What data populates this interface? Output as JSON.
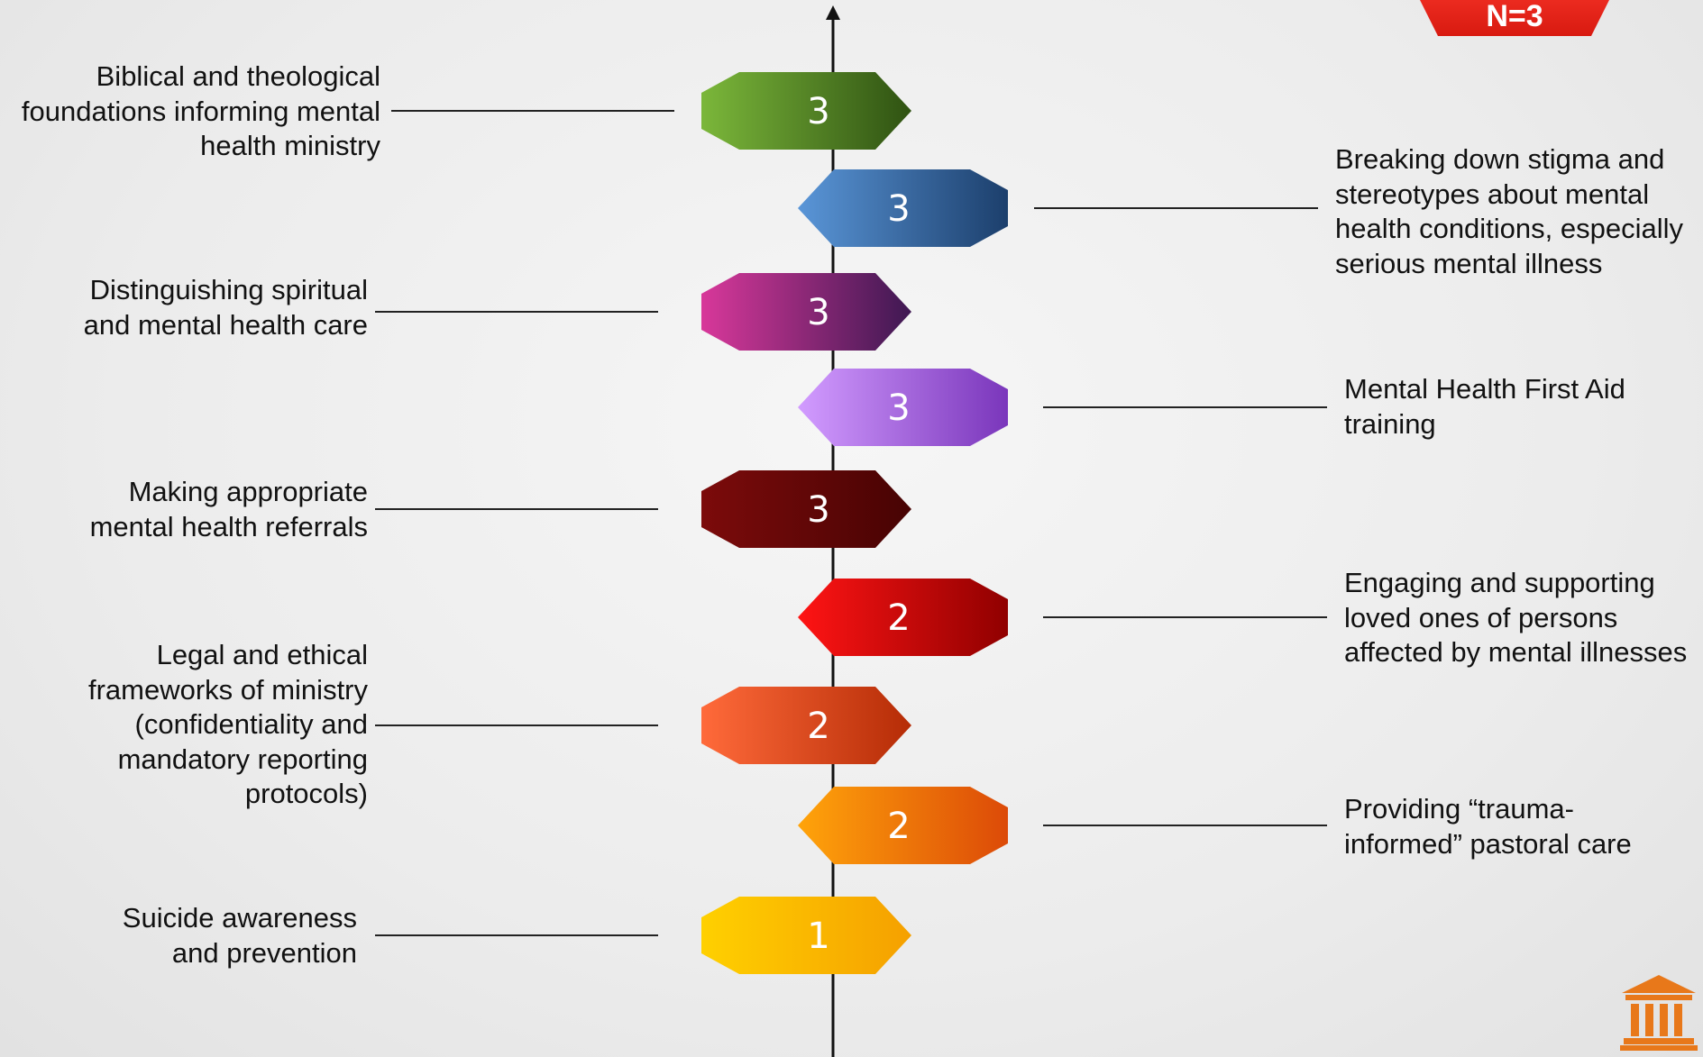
{
  "badge": {
    "label": "N=3"
  },
  "items": [
    {
      "count": "3",
      "label": "Biblical and theological\nfoundations informing mental\nhealth ministry",
      "colors": [
        "#7bb73a",
        "#2f5212"
      ]
    },
    {
      "count": "3",
      "label": "Breaking down stigma and\nstereotypes about mental\nhealth conditions, especially\nserious mental illness",
      "colors": [
        "#5a96d8",
        "#1c3f6c"
      ]
    },
    {
      "count": "3",
      "label": "Distinguishing spiritual\nand mental health care",
      "colors": [
        "#d8389a",
        "#3e1852"
      ]
    },
    {
      "count": "3",
      "label": "Mental Health First Aid\ntraining",
      "colors": [
        "#d29cff",
        "#7a36bb"
      ]
    },
    {
      "count": "3",
      "label": "Making appropriate\nmental health referrals",
      "colors": [
        "#7c0b0b",
        "#470303"
      ]
    },
    {
      "count": "2",
      "label": "Engaging and supporting\nloved ones of persons\naffected by mental illnesses",
      "colors": [
        "#ff1414",
        "#900000"
      ]
    },
    {
      "count": "2",
      "label": "Legal and ethical\nframeworks of ministry\n(confidentiality and\nmandatory reporting\nprotocols)",
      "colors": [
        "#ff6a3a",
        "#b52c06"
      ]
    },
    {
      "count": "2",
      "label": "Providing “trauma-\ninformed” pastoral care",
      "colors": [
        "#ffa40a",
        "#dc4a08"
      ]
    },
    {
      "count": "1",
      "label": "Suicide awareness\nand prevention",
      "colors": [
        "#ffd000",
        "#f5a000"
      ]
    }
  ],
  "accent": {
    "axis": "#111111",
    "connector": "#222222",
    "logo": "#e8781a"
  },
  "icons": {
    "logo": "institution-building-icon"
  }
}
